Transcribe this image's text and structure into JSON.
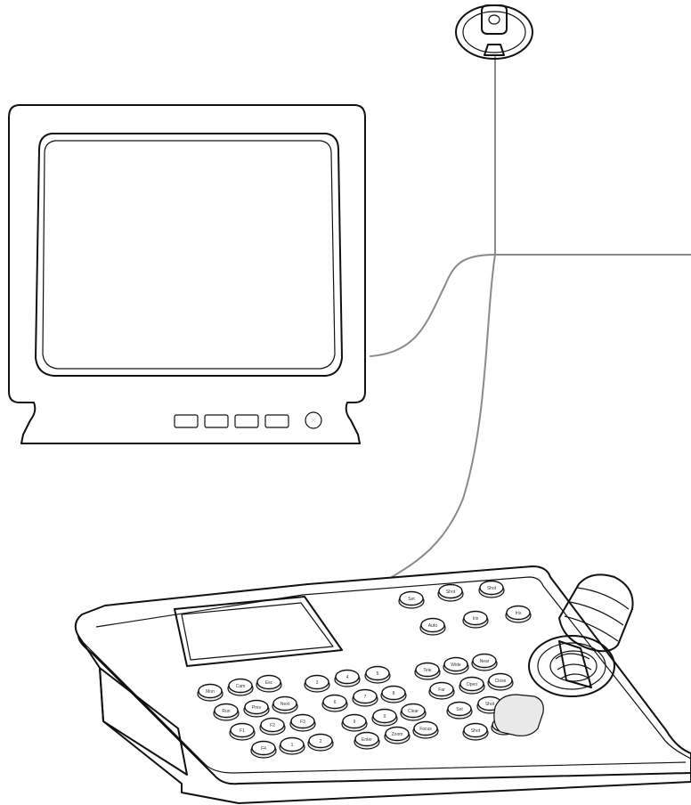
{
  "figure": {
    "kind": "cctv-system-connection-illustration",
    "components": [
      "dome-camera",
      "crt-monitor",
      "ptz-keyboard-controller"
    ],
    "cable_color": "#8a8a8a",
    "line_color": "#111111"
  },
  "keyboard": {
    "key_labels": [
      "Set",
      "Shot",
      "Shot",
      "Auto",
      "Iris",
      "Iris",
      "Mon",
      "Cam",
      "Esc",
      "Run",
      "Prev",
      "Next",
      "F1",
      "F2",
      "F3",
      "F4",
      "1",
      "2",
      "3",
      "4",
      "5",
      "6",
      "7",
      "8",
      "9",
      "0",
      "Clear",
      "Enter",
      "Zoom",
      "Focus",
      "Tele",
      "Wide",
      "Near",
      "Far",
      "Open",
      "Close"
    ]
  }
}
